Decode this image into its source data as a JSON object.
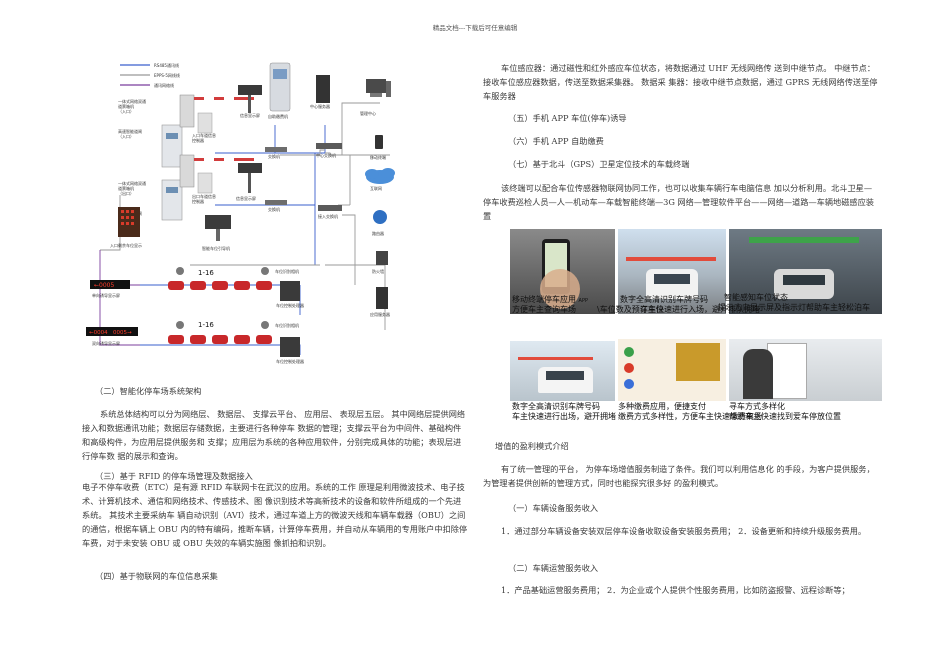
{
  "header": {
    "text": "精品文档---下载后可任意编辑"
  },
  "diagram": {
    "legend": [
      "RS485通讯线",
      "EPPS-5网线线",
      "通讯网络线"
    ],
    "labels": {
      "entry_machine": "一体式网络双通\n道票箱机\n（入口）",
      "entry_reader": "高速智能道闸\n（入口）",
      "entry_controller": "入口车道信息\n控制器",
      "screen1": "信息显示屏",
      "self_pay": "自助缴费机",
      "center_server": "中心服务器",
      "mgmt_center": "管理中心",
      "mobile": "移动终端",
      "switch1": "交换机",
      "center_switch": "中心交换机",
      "internet": "互联网",
      "exit_machine": "一体式网络双通\n道票箱机\n（出口）",
      "exit_reader": "高速智能道闸\n（出口）",
      "exit_controller": "出口车道信息\n控制器",
      "screen2": "信息显示屏",
      "switch2": "交换机",
      "access_switch": "接入交换机",
      "router": "路由器",
      "entry_display": "入口剩余车位显示",
      "guide_machine": "智能车位引导机",
      "firewall": "防火墙",
      "db_server": "应用服务器",
      "zone_a": "1-16",
      "zone_b": "1-16",
      "detector_a": "车位识别相机",
      "detector_b": "车位识别相机",
      "ctrl_a": "车位控制处理器",
      "ctrl_b": "车位控制处理器",
      "led_a": "←0005",
      "led_b_left": "←0004",
      "led_b_right": "0005→",
      "led_a_label": "单向诱导显示屏",
      "led_b_label": "双向诱导显示屏"
    }
  },
  "left": {
    "s2_title": "（二）智能化停车场系统架构",
    "s2_body": "系统总体结构可以分为网络层、 数据层、 支撑云平台、 应用层、 表现层五层。 其中网络层提供网络接入和数据通讯功能；数据层存储数据，主要进行各种停车 数据的管理；支撑云平台为中间件、基础构件和高级构件，为应用层提供服务和 支撑；应用层为系统的各种应用软件，分别完成具体的功能；表现层进行停车数 据的展示和查询。",
    "s3_title": "（三）基于 RFID 的停车场管理及数据接入",
    "s3_body": "电子不停车收费（ETC）是有源 RFID 车联网卡在武汉的应用。系统的工作 原理是利用微波技术、电子技术、计算机技术、通信和网络技术、传感技术、图 像识别技术等高新技术的设备和软件所组成的一个先进系统。 其技术主要采纳车 辆自动识别（AVI）技术，通过车道上方的微波天线和车辆车载器（OBU）之间 的通信，根据车辆上 OBU 内的特有编码，推断车辆，计算停车费用，并自动从车辆用的专用账户中扣除停车费，对于未安装 OBU 或 OBU 失效的车辆实施图 像抓拍和识别。",
    "s4_title": "（四）基于物联网的车位信息采集"
  },
  "right": {
    "p1": "车位感应器：通过磁性和红外感应车位状态，将数据通过 UHF 无线网络传 送到中继节点。 中继节点：接收车位感应器数据，传送至数据采集器。 数据采 集器：接收中继节点数据，通过 GPRS 无线网络传送至停车服务器",
    "s5": "（五）手机 APP 车位(停车)诱导",
    "s6": "（六）手机 APP 自助缴费",
    "s7": "（七）基于北斗（GPS）卫星定位技术的车载终端",
    "p2": "该终端可以配合车位传感器物联网协同工作，也可以收集车辆行车电脑信息 加以分析利用。北斗卫星—停车收费巡检人员—人—机动车—车载智能终端—3G 网络—管理软件平台——网络—道路—车辆地磁感应装置",
    "captions": {
      "c1_title": "移动终端停车应用",
      "c1_small": "APP",
      "c1_body": "方便车主查询车场",
      "c2_title": "数字全高清识别车牌号码",
      "c2_body": "\\车位数及预订车位",
      "c2_over": "车主快速进行入场，避开排队拥堵",
      "c3_title": "智能感知车位状态",
      "c3_over": "提示方向显示屏及指示灯帮助车主轻松泊车",
      "c4_title": "数字全高清识别车牌号码",
      "c4_body": "车主快速进行出场，避开拥堵",
      "c5_title": "多种缴费应用，便捷支付",
      "c5_body": "缴费方式多样性，方便车主快速缴费离场",
      "c6_title": "寻车方式多样化",
      "c6_body": "帮助车主快速找到爱车停放位置"
    },
    "s8": "增值的盈利模式介绍",
    "p3": "有了统一管理的平台， 为停车场增值服务制造了条件。我们可以利用信息化 的手段，为客户提供服务，为管理者提供创新的管理方式，同时也能探究很多好 的盈利模式。",
    "s9": "（一）车辆设备服务收入",
    "p4": "1．通过部分车辆设备安装双层停车设备收取设备安装服务费用； 2．设备更新和持续升级服务费用。",
    "s10": "（二）车辆运营服务收入",
    "p5": "1．产品基础运营服务费用； 2．为企业或个人提供个性服务费用，比如防盗报警、远程诊断等；"
  }
}
